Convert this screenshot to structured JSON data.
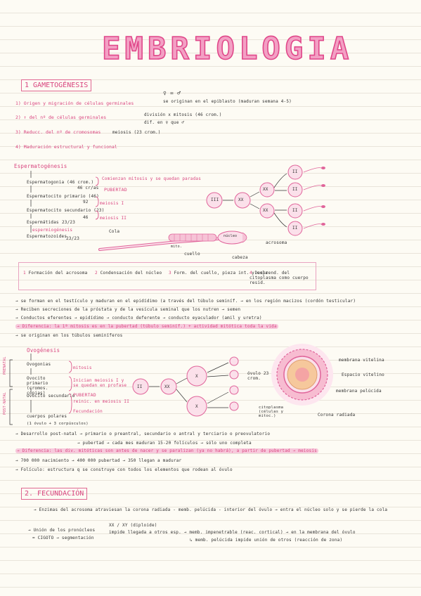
{
  "title": "EMBRIOLOGIA",
  "s1": {
    "heading": "1 GAMETOGÉNESIS",
    "items": [
      "1) Origen y migración de células germinales",
      "2) ↑ del nº de células germinales",
      "3) Reducc. del nº de cromosomas",
      "4) Maduración estructural y funcional"
    ],
    "r1a": "♀ = ♂",
    "r1b": "se originan en el epiblasto (maduran semana 4-5)",
    "r2a": "división x mitosis (46 crom.)",
    "r2b": "dif. en ♀ que ♂",
    "r3": "meiosis (23 crom.)"
  },
  "esp": {
    "heading": "Espermatogénesis",
    "espermatogonia": "Espermatogonia (46 crom.)",
    "espermatogonia_frac": "46 cr/as",
    "esp_note1": "Comienzan mitosis y se quedan paradas",
    "pubertad": "PUBERTAD",
    "primario": "Espermatocito primario (46)",
    "primario_frac": "92",
    "meiosis1": "meiosis I",
    "secundario": "Espermatocito secundario (23)",
    "secundario_frac": "46",
    "meiosis2": "meiosis II",
    "espermatidas": "Espermátidas",
    "espermatidas_frac": "23/23",
    "espermiogenesis": "espermiogénesis",
    "espermatozoides": "Espermatozoides",
    "espermatozoides_frac": "23/23",
    "cell_labels": [
      "III",
      "XX",
      "XX",
      "XX",
      "II",
      "II",
      "II",
      "II"
    ],
    "sperm_labels": {
      "cola": "Cola",
      "mito": "mito.",
      "nucleo": "núcleo",
      "cuello": "cuello",
      "cabeza": "cabeza",
      "acrosoma": "acrosoma"
    },
    "steps": [
      {
        "n": "1",
        "text": "Formación del acrosoma"
      },
      {
        "n": "2",
        "text": "Condensación del núcleo"
      },
      {
        "n": "3",
        "text": "Form. del cuello, pieza int. y cola"
      },
      {
        "n": "4",
        "text": "Desprend. del citoplasma como cuerpo resid."
      }
    ],
    "notes": [
      "→ se forman en el testículo y maduran en el epidídimo (a través del túbulo seminíf. → en los región macizos (cordón testicular)",
      "→ Reciben secreciones de la próstata y de la vesícula seminal que los nutren → semen",
      "→ Conductos eferentes → epidídimo → conducto deferente → conducto eyaculador (amil y uretra)",
      "→ Diferencia: la 1ª mitosis es en la pubertad (túbulo seminíf.) + actividad mitótica toda la vida",
      "→ se originan en los túbulos seminíferos"
    ]
  },
  "ovo": {
    "heading": "Ovogénesis",
    "prenatal": "PRENATAL",
    "postnatal": "POST-NATAL",
    "ovogonias": "Ovogonias",
    "mitosis": "mitosis",
    "primario": "Ovocito primario (cromos. copias)",
    "meiosis_note": "Inician meiosis I y se quedan en profase",
    "pubertad": "PUBERTAD",
    "meiosis2": "reinic. en meiosis II",
    "fecundacion": "Fecundación",
    "secundario": "Ovocito secundario",
    "cuerpos": "cuerpos polares",
    "cuerpos_note": "(1 óvulo + 3 corpúsculos)",
    "ovo_cells": [
      "II",
      "XX",
      "X",
      "X"
    ],
    "ovulo_label": "óvulo 23 crom.",
    "membrana_vitelina": "membrana vitelina",
    "espacio": "Espacio vitelino",
    "pelucida": "membrana pelúcida",
    "citoplasma": "citoplasma (células y mitoc.)",
    "corona": "Corona radiada",
    "notes": [
      "→ Desarrollo post-natal → primario o preantral, secundario o antral y terciario o preovulatorio",
      "→ pubertad → cada mes maduran 15-20 folículos → sólo uno completa",
      "→ Diferencia: las div. mitóticas son antes de nacer y se paralizan (ya no habrá), a partir de pubertad → meiosis",
      "→ 700 000 nacimiento → 400 000 pubertad → 350 llegan a madurar",
      "→ Folículo: estructura q se construye con todos los elementos que rodean al óvulo"
    ]
  },
  "s2": {
    "heading": "2. FECUNDACIÓN",
    "line1": "→ Enzimas del acrosoma atraviesan la corona radiada - memb. pelúcida - interior del óvulo → entra el núcleo solo y se pierde la cola",
    "union": "→ Unión de los pronúcleos",
    "cigoto": "= CIGOTO → segmentación",
    "xx": "XX / XY (diploide)",
    "impide": "impide llegada a otros esp. → memb. impenetrable (reac. cortical) → en la membrana del óvulo",
    "memb": "↳ memb. pelúcida impide unión de otros (reacción de zona)"
  }
}
